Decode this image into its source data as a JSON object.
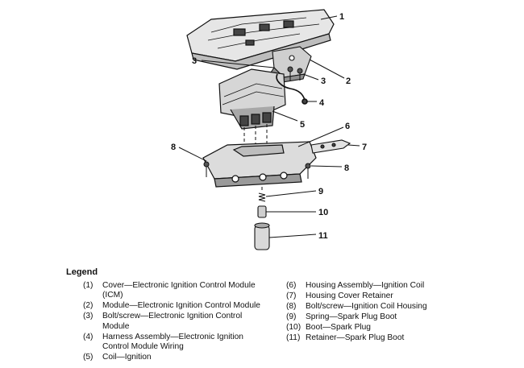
{
  "callouts": {
    "c1": "1",
    "c2": "2",
    "c3a": "3",
    "c3b": "3",
    "c4": "4",
    "c5": "5",
    "c6": "6",
    "c7": "7",
    "c8a": "8",
    "c8b": "8",
    "c9": "9",
    "c10": "10",
    "c11": "11"
  },
  "legend": {
    "title": "Legend",
    "left": [
      {
        "num": "(1)",
        "text": "Cover—Electronic Ignition Control Module (ICM)"
      },
      {
        "num": "(2)",
        "text": "Module—Electronic Ignition Control Module"
      },
      {
        "num": "(3)",
        "text": "Bolt/screw—Electronic Ignition Control Module"
      },
      {
        "num": "(4)",
        "text": "Harness Assembly—Electronic Ignition Control Module Wiring"
      },
      {
        "num": "(5)",
        "text": "Coil—Ignition"
      }
    ],
    "right": [
      {
        "num": "(6)",
        "text": "Housing Assembly—Ignition Coil"
      },
      {
        "num": "(7)",
        "text": "Housing Cover Retainer"
      },
      {
        "num": "(8)",
        "text": "Bolt/screw—Ignition Coil Housing"
      },
      {
        "num": "(9)",
        "text": "Spring—Spark Plug Boot"
      },
      {
        "num": "(10)",
        "text": "Boot—Spark Plug"
      },
      {
        "num": "(11)",
        "text": "Retainer—Spark Plug Boot"
      }
    ]
  }
}
